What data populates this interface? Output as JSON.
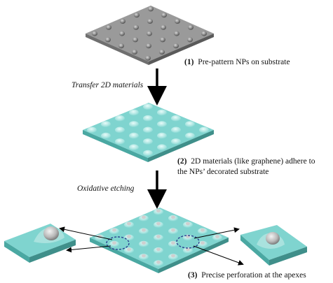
{
  "figure": {
    "steps": [
      {
        "number": "(1)",
        "text": "Pre-pattern NPs on substrate"
      },
      {
        "number": "(2)",
        "text_line1": "2D materials (like graphene) adhere to",
        "text_line2": "the NPs’ decorated substrate"
      },
      {
        "number": "(3)",
        "text": "Precise perforation at the apexes"
      }
    ],
    "transitions": [
      {
        "label": "Transfer 2D materials"
      },
      {
        "label": "Oxidative etching"
      }
    ],
    "colors": {
      "substrate_top": "#9a9a9a",
      "substrate_side": "#6f6f6f",
      "graphene_top": "#7fd4cf",
      "graphene_side": "#3f8f8a",
      "np": "#8a8a8a",
      "arrow": "#000000",
      "callout_circle": "#2a3f8f"
    }
  }
}
